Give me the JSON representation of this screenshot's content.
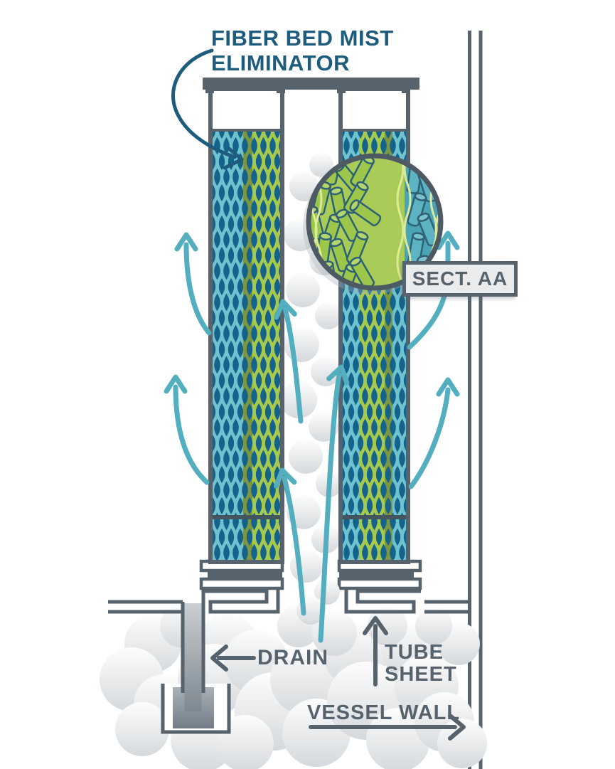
{
  "diagram": {
    "title": {
      "line1": "FIBER BED MIST",
      "line2": "ELIMINATOR"
    },
    "labels": {
      "section": "SECT. AA",
      "drain": "DRAIN",
      "tube_sheet": "TUBE SHEET",
      "vessel_wall": "VESSEL WALL"
    },
    "colors": {
      "title_text": "#1e5c7d",
      "outline_gray": "#56626c",
      "flow_arrow_teal": "#53aebf",
      "fiber_background_blue": "#15638a",
      "fiber_teal_strand": "#6fc2cf",
      "fiber_green_strand": "#a6c94f",
      "fiber_olive_strand": "#7d9740",
      "detail_green_zone": "#a8cc57",
      "detail_teal_zone": "#4ba4b6",
      "label_box_fill": "#e9ebed",
      "mist_gray": "#dadde0"
    }
  }
}
